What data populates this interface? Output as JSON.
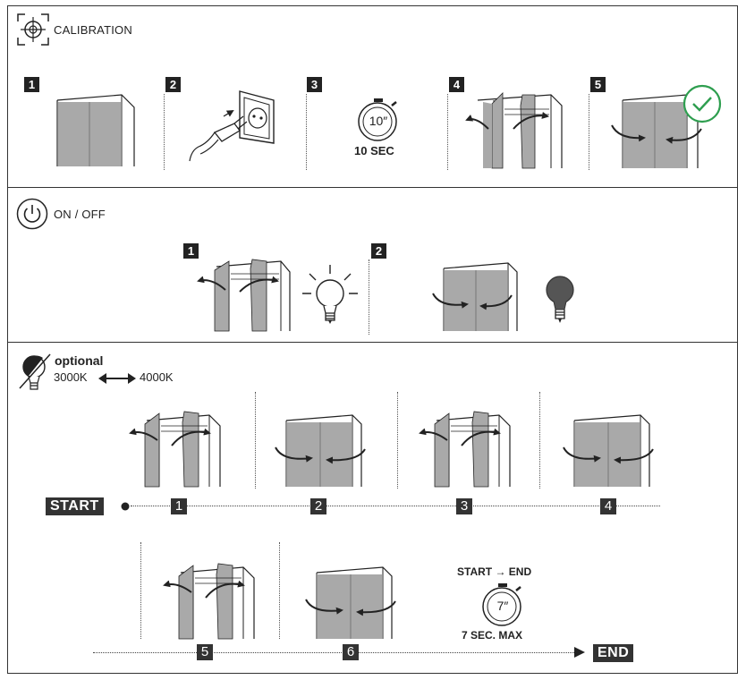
{
  "calibration": {
    "title": "CALIBRATION",
    "steps": [
      "1",
      "2",
      "3",
      "4",
      "5"
    ],
    "timer_value": "10″",
    "timer_caption": "10 SEC"
  },
  "onoff": {
    "title": "ON / OFF",
    "steps": [
      "1",
      "2"
    ]
  },
  "optional": {
    "title": "optional",
    "temp_from": "3000K",
    "temp_to": "4000K",
    "start_label": "START",
    "end_label": "END",
    "sequence": [
      "1",
      "2",
      "3",
      "4",
      "5",
      "6"
    ],
    "timer_header": "START → END",
    "timer_value": "7″",
    "timer_caption": "7 SEC. MAX"
  },
  "colors": {
    "panel": "#a9a9a9",
    "badge": "#222222",
    "check": "#2e9e4f"
  },
  "icons": [
    "calibration-target-icon",
    "power-icon",
    "bulb-temperature-icon",
    "plug-socket-icon",
    "stopwatch-icon",
    "check-circle-icon",
    "bulb-on-icon",
    "bulb-off-icon",
    "door-swing-arrow-icon"
  ]
}
